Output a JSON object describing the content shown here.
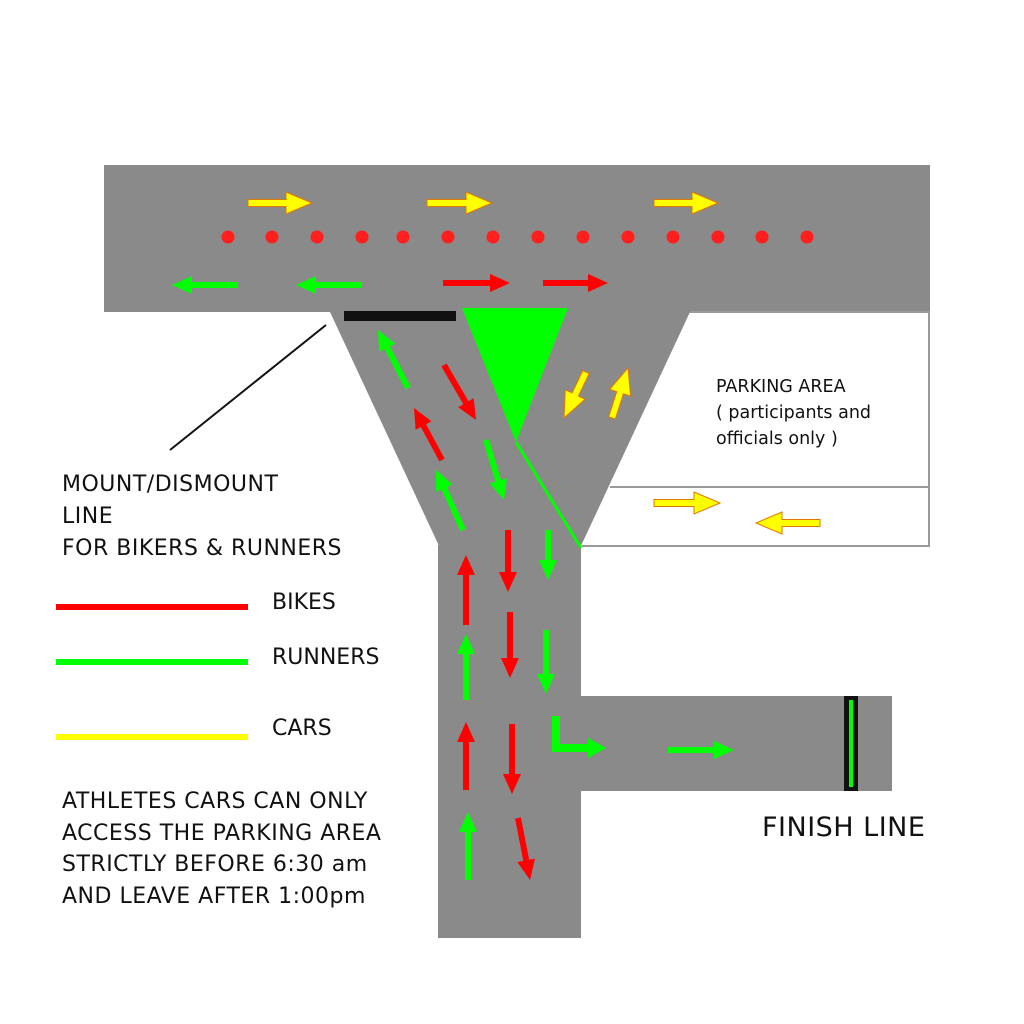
{
  "colors": {
    "road": "#8a8a8a",
    "bikes": "#ff0000",
    "runners": "#00ff00",
    "cars": "#ffff00",
    "car_outline": "#e07800",
    "dots": "#ff1f1f",
    "line_black": "#111111",
    "parking_border": "#9a9a9a"
  },
  "mount_label": {
    "lines": [
      "MOUNT/DISMOUNT",
      "LINE",
      "FOR BIKERS & RUNNERS"
    ]
  },
  "legend": {
    "bikes": "BIKES",
    "runners": "RUNNERS",
    "cars": "CARS"
  },
  "note": {
    "lines": [
      "ATHLETES CARS CAN ONLY",
      "ACCESS THE PARKING AREA",
      "STRICTLY BEFORE 6:30 am",
      "AND LEAVE AFTER 1:00pm"
    ]
  },
  "finish_label": "FINISH LINE",
  "parking_label": {
    "lines": [
      "PARKING AREA",
      "( participants and",
      "officials only )"
    ]
  },
  "icons": [
    "bike-arrow-icon",
    "runner-arrow-icon",
    "car-arrow-icon",
    "turn-arrow-icon"
  ]
}
